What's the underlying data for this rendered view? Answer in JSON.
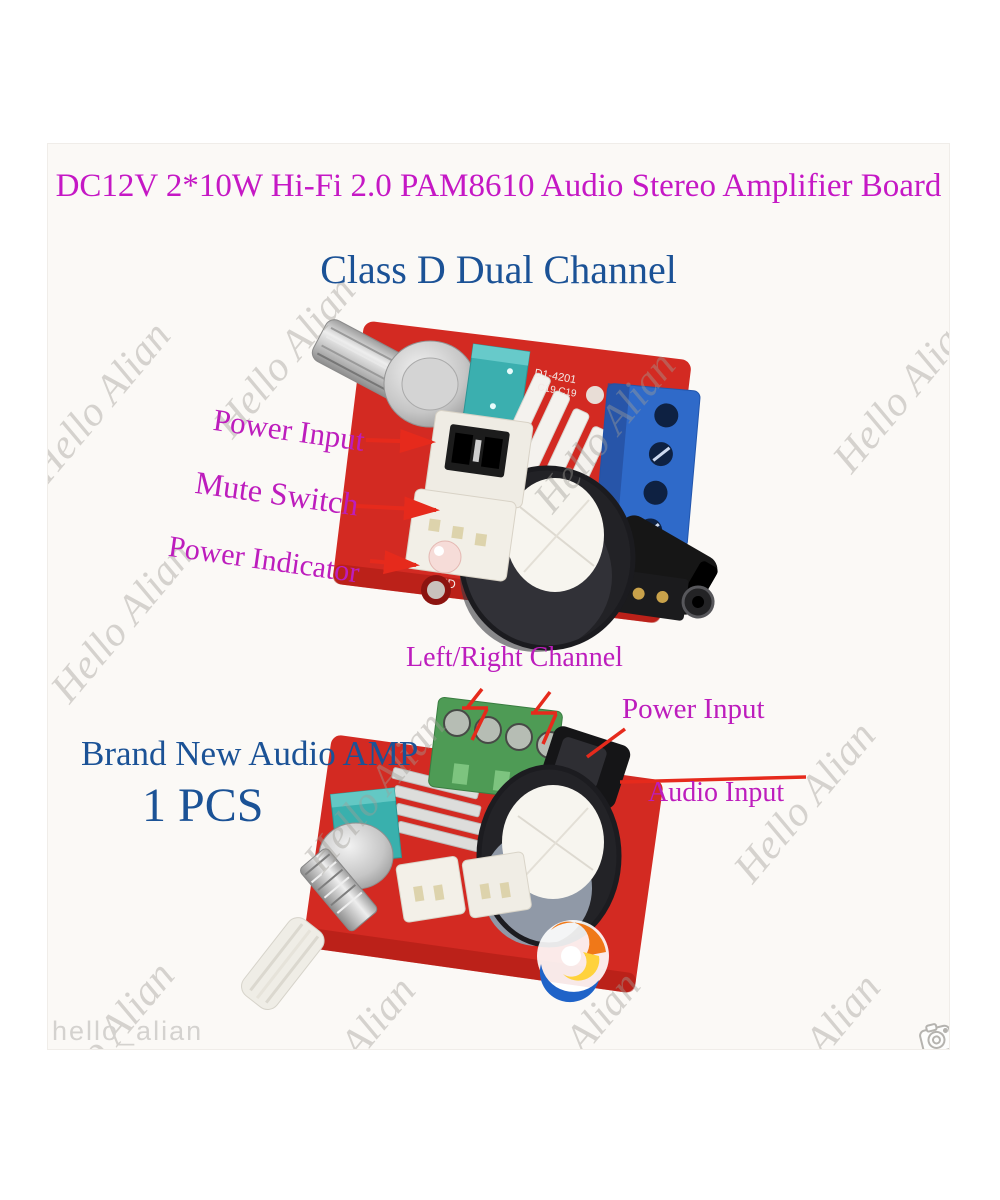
{
  "header": {
    "title": "DC12V 2*10W Hi-Fi 2.0 PAM8610 Audio Stereo Amplifier Board",
    "subtitle": "Class D Dual Channel"
  },
  "promo": {
    "line1": "Brand New Audio AMP",
    "line2": "1 PCS"
  },
  "board_top": {
    "labels": {
      "power_input": "Power Input",
      "mute_switch": "Mute Switch",
      "power_indicator": "Power Indicator"
    },
    "silkscreen": {
      "model": "D1-4201",
      "caps": "C19 C19",
      "led": "LED"
    }
  },
  "board_bottom": {
    "labels": {
      "left_right_channel": "Left/Right Channel",
      "power_input": "Power Input",
      "audio_input": "Audio Input"
    }
  },
  "watermark": {
    "diagonal_text": "Hello Alian",
    "corner_text": "hello_alian"
  },
  "icons": {
    "camera": "camera-icon",
    "logo": "colorful-swirl-logo"
  },
  "colors": {
    "title_magenta": "#c518c5",
    "label_magenta": "#bd1dbd",
    "text_blue": "#1b5296",
    "arrow_red": "#e62a1c",
    "pcb_red": "#d32a22",
    "terminal_blue": "#2f6ac9",
    "terminal_green": "#4e9b55",
    "pot_teal": "#3bafaf",
    "photo_background": "#fbf9f6"
  }
}
